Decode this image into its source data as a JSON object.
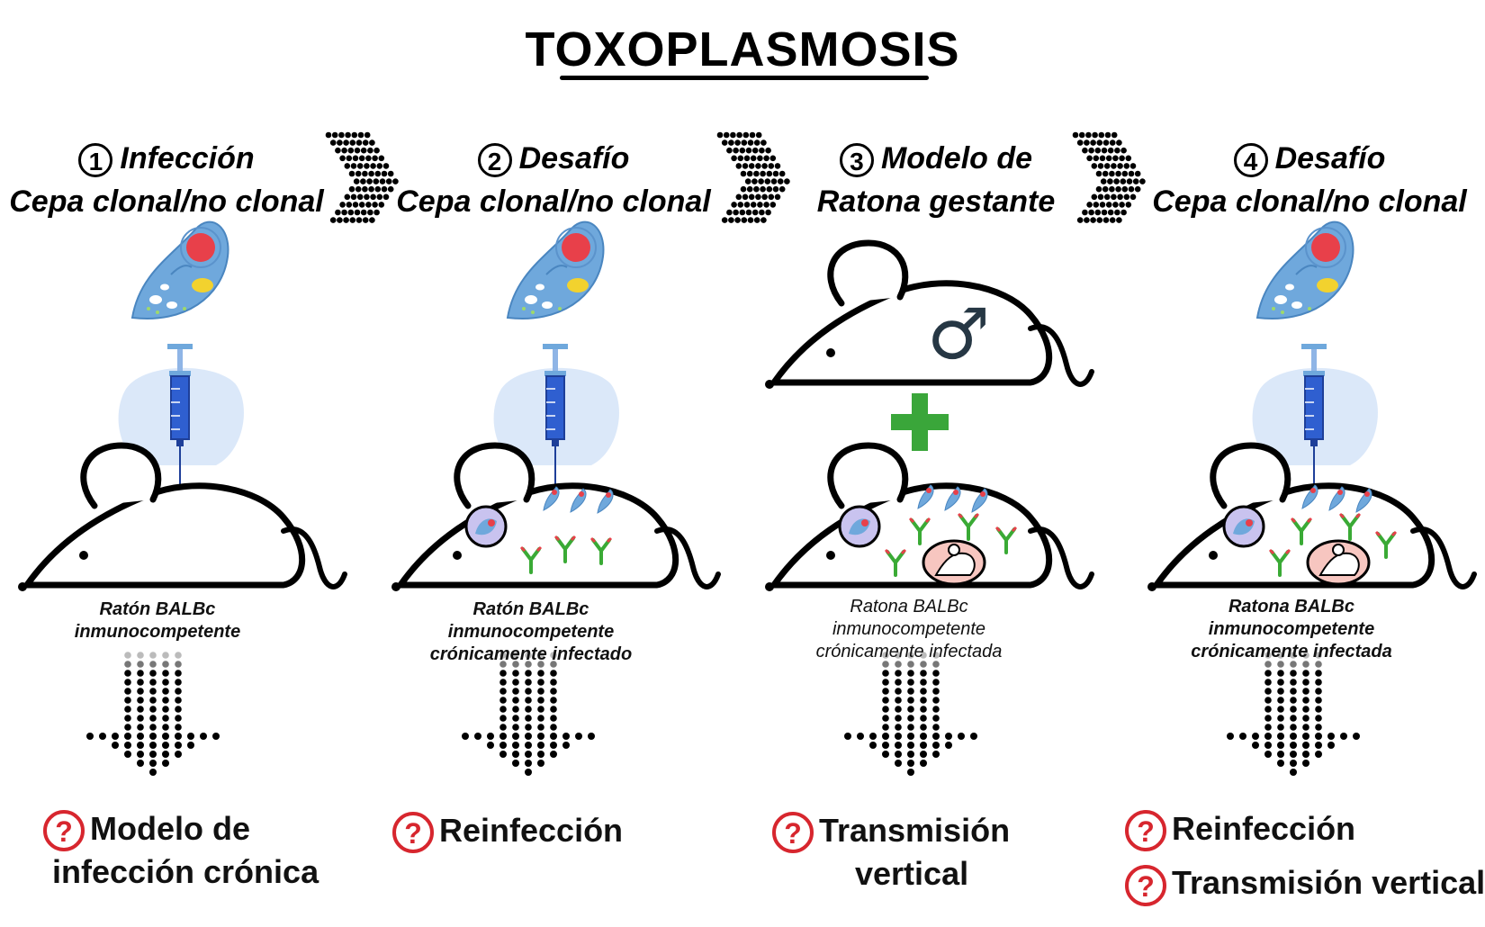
{
  "title": "TOXOPLASMOSIS",
  "colors": {
    "parasite": "#6fa8dc",
    "nucleus": "#e8404a",
    "syringe": "#2f5fd0",
    "plus": "#3aa63a",
    "antibody": "#3aaa35",
    "question": "#d7262e",
    "embryo": "#f7c6c0"
  },
  "steps": [
    {
      "number": "1",
      "line1": "Infección",
      "line2": "Cepa clonal/no clonal",
      "caption": [
        "Ratón BALBc",
        "inmunocompetente"
      ],
      "outcome": [
        {
          "icon": "question-icon",
          "lines": [
            "Modelo de",
            "infección crónica"
          ]
        }
      ]
    },
    {
      "number": "2",
      "line1": "Desafío",
      "line2": "Cepa clonal/no clonal",
      "caption": [
        "Ratón BALBc",
        "inmunocompetente",
        "crónicamente infectado"
      ],
      "outcome": [
        {
          "icon": "question-icon",
          "lines": [
            "Reinfección"
          ]
        }
      ]
    },
    {
      "number": "3",
      "line1": "Modelo de",
      "line2": "Ratona gestante",
      "male_symbol": "♂",
      "caption": [
        "Ratona BALBc",
        "inmunocompetente",
        "crónicamente infectada"
      ],
      "outcome": [
        {
          "icon": "question-icon",
          "lines": [
            "Transmisión",
            "vertical"
          ]
        }
      ]
    },
    {
      "number": "4",
      "line1": "Desafío",
      "line2": "Cepa clonal/no clonal",
      "caption": [
        "Ratona BALBc",
        "inmunocompetente",
        "crónicamente infectada"
      ],
      "outcome": [
        {
          "icon": "question-icon",
          "lines": [
            "Reinfección"
          ]
        },
        {
          "icon": "question-icon",
          "lines": [
            "Transmisión vertical"
          ]
        }
      ]
    }
  ],
  "question_glyph": "?"
}
